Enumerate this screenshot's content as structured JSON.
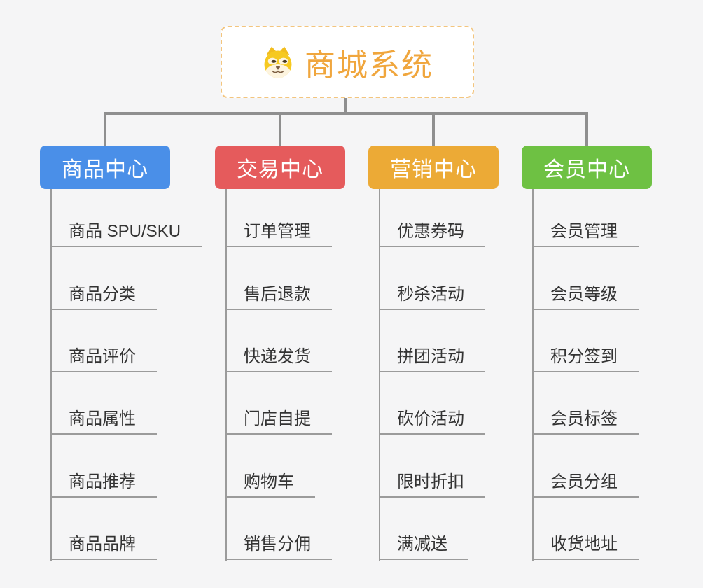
{
  "diagram": {
    "background_color": "#f5f5f6",
    "connector_color": "#8f8f8f",
    "underline_color": "#9b9b9b"
  },
  "root": {
    "title": "商城系统",
    "icon": "dog-face-icon",
    "text_color": "#f0a63d",
    "border_color": "#f3c57e"
  },
  "branches": [
    {
      "label": "商品中心",
      "color": "#4a8fe8",
      "items": [
        "商品 SPU/SKU",
        "商品分类",
        "商品评价",
        "商品属性",
        "商品推荐",
        "商品品牌"
      ]
    },
    {
      "label": "交易中心",
      "color": "#e55b5c",
      "items": [
        "订单管理",
        "售后退款",
        "快递发货",
        "门店自提",
        "购物车",
        "销售分佣"
      ]
    },
    {
      "label": "营销中心",
      "color": "#ecaa36",
      "items": [
        "优惠券码",
        "秒杀活动",
        "拼团活动",
        "砍价活动",
        "限时折扣",
        "满减送"
      ]
    },
    {
      "label": "会员中心",
      "color": "#6ec143",
      "items": [
        "会员管理",
        "会员等级",
        "积分签到",
        "会员标签",
        "会员分组",
        "收货地址"
      ]
    }
  ]
}
